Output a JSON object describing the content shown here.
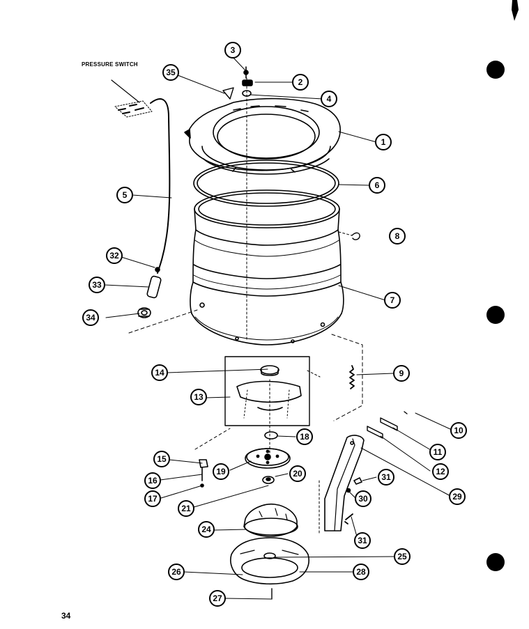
{
  "diagram": {
    "pressure_switch_label": "PRESSURE SWITCH",
    "page_number": "34",
    "callouts": [
      {
        "id": "c3",
        "label": "3"
      },
      {
        "id": "c35",
        "label": "35"
      },
      {
        "id": "c2",
        "label": "2"
      },
      {
        "id": "c4",
        "label": "4"
      },
      {
        "id": "c1",
        "label": "1"
      },
      {
        "id": "c6",
        "label": "6"
      },
      {
        "id": "c5",
        "label": "5"
      },
      {
        "id": "c8",
        "label": "8"
      },
      {
        "id": "c32",
        "label": "32"
      },
      {
        "id": "c33",
        "label": "33"
      },
      {
        "id": "c7",
        "label": "7"
      },
      {
        "id": "c34",
        "label": "34"
      },
      {
        "id": "c14",
        "label": "14"
      },
      {
        "id": "c9",
        "label": "9"
      },
      {
        "id": "c13",
        "label": "13"
      },
      {
        "id": "c10",
        "label": "10"
      },
      {
        "id": "c18",
        "label": "18"
      },
      {
        "id": "c11",
        "label": "11"
      },
      {
        "id": "c15",
        "label": "15"
      },
      {
        "id": "c19",
        "label": "19"
      },
      {
        "id": "c20",
        "label": "20"
      },
      {
        "id": "c12",
        "label": "12"
      },
      {
        "id": "c16",
        "label": "16"
      },
      {
        "id": "c31a",
        "label": "31"
      },
      {
        "id": "c17",
        "label": "17"
      },
      {
        "id": "c29",
        "label": "29"
      },
      {
        "id": "c21",
        "label": "21"
      },
      {
        "id": "c30",
        "label": "30"
      },
      {
        "id": "c24",
        "label": "24"
      },
      {
        "id": "c31b",
        "label": "31"
      },
      {
        "id": "c25",
        "label": "25"
      },
      {
        "id": "c26",
        "label": "26"
      },
      {
        "id": "c28",
        "label": "28"
      },
      {
        "id": "c27",
        "label": "27"
      }
    ]
  }
}
